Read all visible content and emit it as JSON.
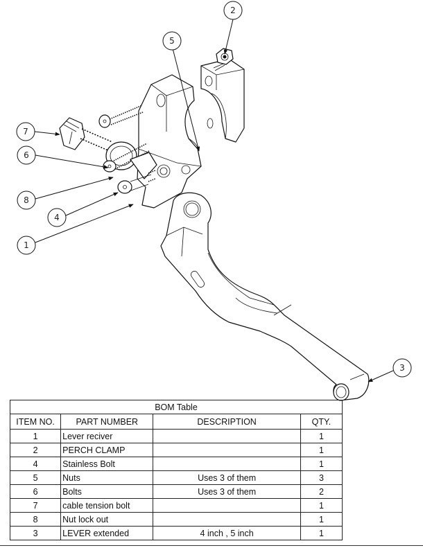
{
  "drawing": {
    "subject": "Exploded assembly of brake lever with perch clamp",
    "balloons": [
      {
        "label": "2",
        "points_to": "nut on perch clamp"
      },
      {
        "label": "5",
        "points_to": "nuts"
      },
      {
        "label": "7",
        "points_to": "cable tension bolt"
      },
      {
        "label": "6",
        "points_to": "bolts"
      },
      {
        "label": "8",
        "points_to": "nut lock out"
      },
      {
        "label": "4",
        "points_to": "stainless bolt"
      },
      {
        "label": "1",
        "points_to": "lever reciver"
      },
      {
        "label": "3",
        "points_to": "lever extended"
      }
    ]
  },
  "bom": {
    "title": "BOM Table",
    "headers": [
      "ITEM NO.",
      "PART NUMBER",
      "DESCRIPTION",
      "QTY."
    ],
    "rows": [
      {
        "item": "1",
        "part": "Lever reciver",
        "description": "",
        "qty": "1"
      },
      {
        "item": "2",
        "part": "PERCH CLAMP",
        "description": "",
        "qty": "1"
      },
      {
        "item": "4",
        "part": "Stainless Bolt",
        "description": "",
        "qty": "1"
      },
      {
        "item": "5",
        "part": "Nuts",
        "description": "Uses 3 of them",
        "qty": "3"
      },
      {
        "item": "6",
        "part": "Bolts",
        "description": "Uses 3 of them",
        "qty": "2"
      },
      {
        "item": "7",
        "part": "cable tension bolt",
        "description": "",
        "qty": "1"
      },
      {
        "item": "8",
        "part": "Nut lock out",
        "description": "",
        "qty": "1"
      },
      {
        "item": "3",
        "part": "LEVER extended",
        "description": "4 inch , 5 inch",
        "qty": "1"
      }
    ]
  }
}
